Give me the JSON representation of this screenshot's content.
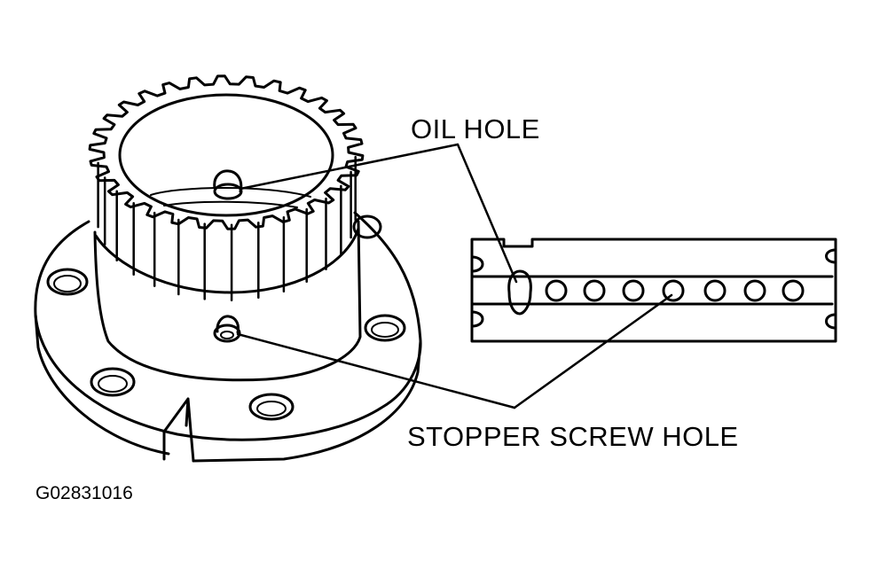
{
  "labels": {
    "oil_hole": "OIL HOLE",
    "stopper_screw_hole": "STOPPER SCREW HOLE"
  },
  "figure_code": "G02831016",
  "colors": {
    "ink": "#000000",
    "paper": "#ffffff"
  }
}
